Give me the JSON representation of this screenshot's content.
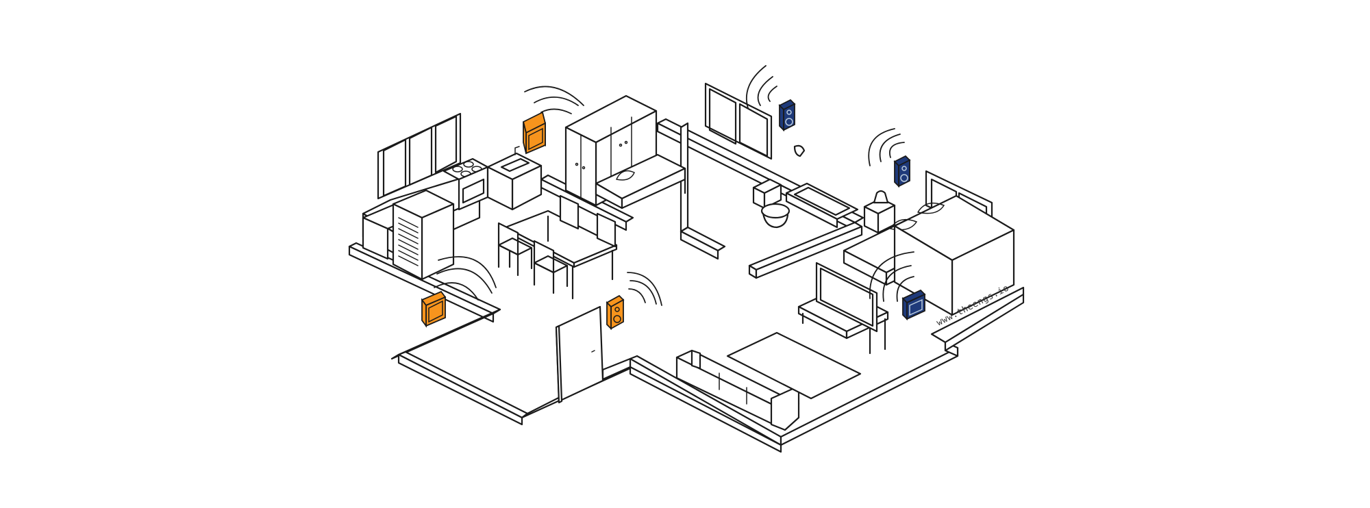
{
  "colors": {
    "orange": "#f7941d",
    "orange_dark": "#d97a0b",
    "navy": "#1f3a7a",
    "navy_dark": "#14275a",
    "line": "#1a1a1a"
  },
  "watermark": "www.theengs.io",
  "devices": [
    {
      "kind": "orange-square-sensor",
      "room": "kitchen"
    },
    {
      "kind": "orange-square-sensor",
      "room": "bedroom"
    },
    {
      "kind": "orange-speaker-sensor",
      "room": "entrance"
    },
    {
      "kind": "navy-speaker-sensor",
      "room": "bathroom"
    },
    {
      "kind": "navy-speaker-sensor",
      "room": "living-room"
    },
    {
      "kind": "navy-square-sensor",
      "room": "living-room"
    }
  ]
}
